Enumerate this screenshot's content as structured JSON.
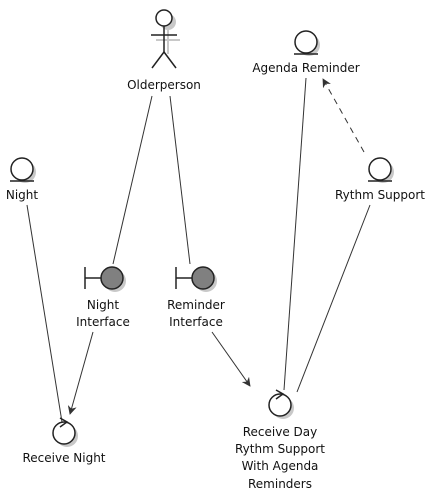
{
  "diagram": {
    "nodes": [
      {
        "id": "olderperson",
        "kind": "actor",
        "label": [
          "Olderperson"
        ]
      },
      {
        "id": "agenda_reminder",
        "kind": "entity",
        "label": [
          "Agenda Reminder"
        ]
      },
      {
        "id": "night",
        "kind": "entity",
        "label": [
          "Night"
        ]
      },
      {
        "id": "rythm_support",
        "kind": "entity",
        "label": [
          "Rythm Support"
        ]
      },
      {
        "id": "night_interface",
        "kind": "boundary",
        "label": [
          "Night",
          "Interface"
        ]
      },
      {
        "id": "reminder_interface",
        "kind": "boundary",
        "label": [
          "Reminder",
          "Interface"
        ]
      },
      {
        "id": "receive_night",
        "kind": "control",
        "label": [
          "Receive Night"
        ]
      },
      {
        "id": "receive_day",
        "kind": "control",
        "label": [
          "Receive Day",
          "Rythm Support",
          "With Agenda",
          "Reminders"
        ]
      }
    ],
    "edges": [
      {
        "from": "olderperson",
        "to": "night_interface",
        "style": "solid",
        "arrow": false
      },
      {
        "from": "olderperson",
        "to": "reminder_interface",
        "style": "solid",
        "arrow": false
      },
      {
        "from": "night",
        "to": "receive_night",
        "style": "solid",
        "arrow": false
      },
      {
        "from": "night_interface",
        "to": "receive_night",
        "style": "solid",
        "arrow": true
      },
      {
        "from": "reminder_interface",
        "to": "receive_day",
        "style": "solid",
        "arrow": true
      },
      {
        "from": "agenda_reminder",
        "to": "receive_day",
        "style": "solid",
        "arrow": false
      },
      {
        "from": "rythm_support",
        "to": "receive_day",
        "style": "solid",
        "arrow": false
      },
      {
        "from": "rythm_support",
        "to": "agenda_reminder",
        "style": "dashed",
        "arrow": true
      }
    ],
    "colors": {
      "line": "#333333",
      "boundary_fill": "#808080",
      "shadow": "#c8c8c8",
      "background": "#ffffff"
    }
  }
}
